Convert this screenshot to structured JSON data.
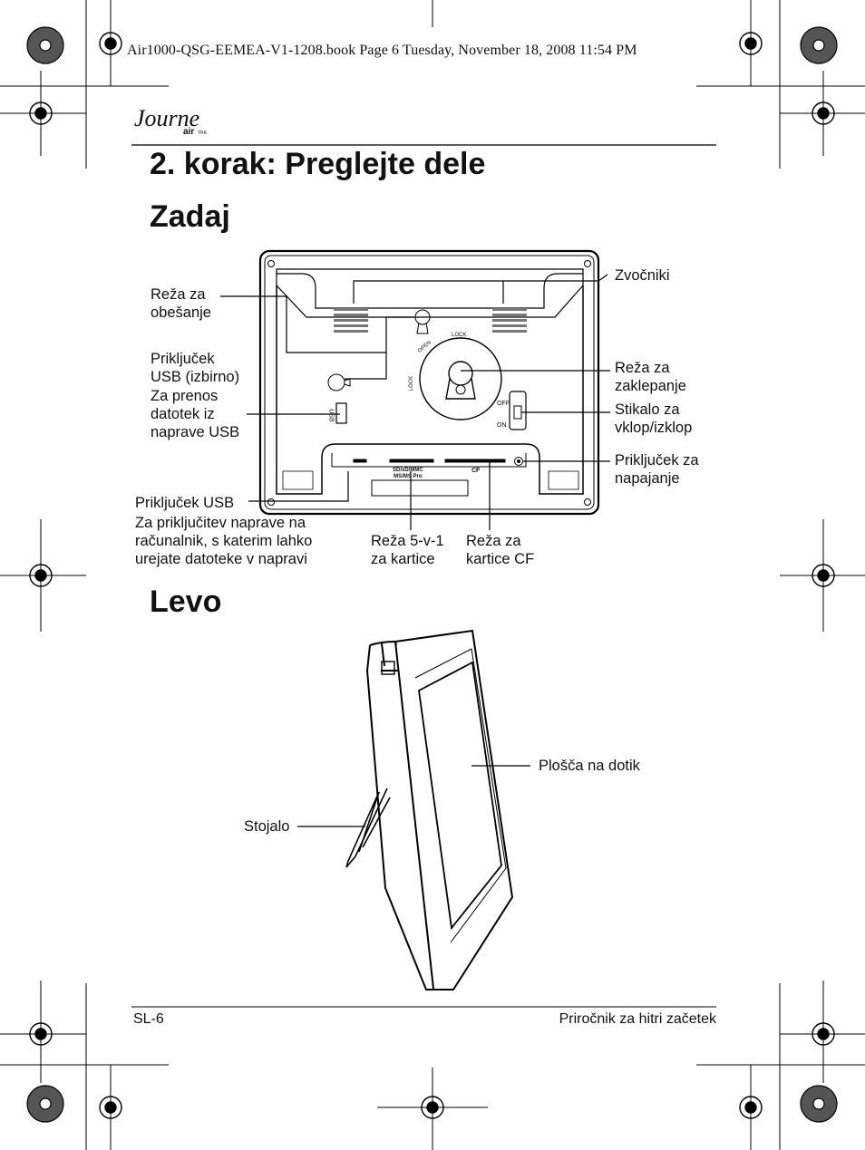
{
  "book_header": "Air1000-QSG-EEMEA-V1-1208.book  Page 6  Tuesday, November 18, 2008  11:54 PM",
  "brand": {
    "logo_text": "Journe",
    "sub": "air",
    "tm": "TRK"
  },
  "title": "2. korak: Preglejte dele",
  "sections": {
    "back": "Zadaj",
    "left": "Levo"
  },
  "back_labels": {
    "hanging_slot": "Reža za\nobešanje",
    "usb_optional": "Priključek\nUSB (izbirno)",
    "usb_optional_desc": "Za prenos\ndatotek iz\nnaprave USB",
    "usb_port": "Priključek USB",
    "usb_port_desc": "Za priključitev naprave na\nračunalnik, s katerim lahko\nurejate datoteke v napravi",
    "card_5in1": "Reža 5-v-1\nza kartice",
    "card_cf": "Reža za\nkartice CF",
    "speakers": "Zvočniki",
    "lock_slot": "Reža za\nzaklepanje",
    "power_switch": "Stikalo za\nvklop/izklop",
    "power_jack": "Priključek za\nnapajanje"
  },
  "device_marks": {
    "lock_top": "LOCK",
    "open": "OPEN",
    "lock_left": "LOCK",
    "off": "OFF",
    "on": "ON",
    "usb": "USB",
    "sd_slot": "SD/xD/MMC\nMS/MS Pro",
    "cf": "CF"
  },
  "left_labels": {
    "touch_panel": "Plošča na dotik",
    "stand": "Stojalo"
  },
  "footer": {
    "page": "SL-6",
    "guide": "Priročnik za hitri začetek"
  }
}
